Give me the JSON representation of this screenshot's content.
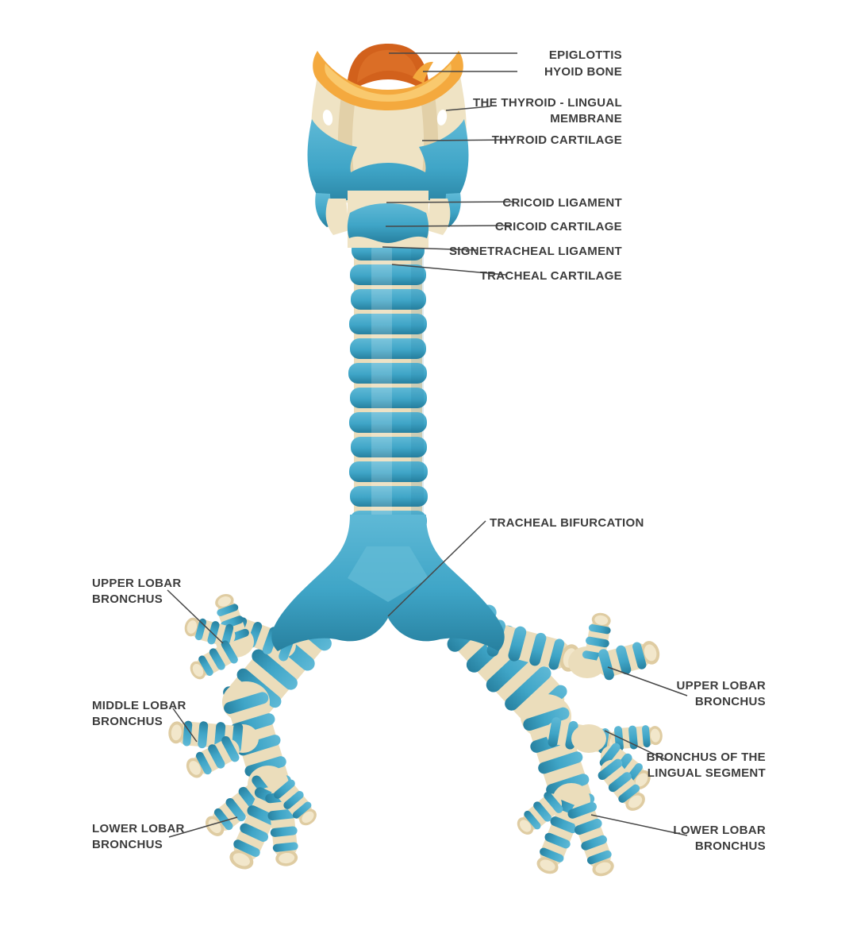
{
  "figure": {
    "type": "anatomical-diagram",
    "subject": "Trachea, larynx and bronchial tree"
  },
  "colors": {
    "cartilage_blue": "#3FA5C7",
    "cartilage_blue_dark": "#27809F",
    "cartilage_blue_light": "#63BBD6",
    "ligament_cream": "#EBDDBB",
    "ligament_cream_dark": "#DFCCA2",
    "epiglottis_orange": "#D2611C",
    "hyoid_yellow": "#F4A93E",
    "label_text": "#3C3C3C",
    "leader_line": "#474747",
    "background": "#FFFFFF"
  },
  "labels": {
    "epiglottis": "EPIGLOTTIS",
    "hyoid_bone": "HYOID BONE",
    "thyroid_lingual_membrane": "THE THYROID - LINGUAL\nMEMBRANE",
    "thyroid_cartilage": "THYROID CARTILAGE",
    "cricoid_ligament": "CRICOID LIGAMENT",
    "cricoid_cartilage": "CRICOID CARTILAGE",
    "signetracheal_ligament": "SIGNETRACHEAL LIGAMENT",
    "tracheal_cartilage": "TRACHEAL CARTILAGE",
    "tracheal_bifurcation": "TRACHEAL BIFURCATION",
    "left_upper_lobar_bronchus": "UPPER LOBAR\nBRONCHUS",
    "left_middle_lobar_bronchus": "MIDDLE LOBAR\nBRONCHUS",
    "left_lower_lobar_bronchus": "LOWER LOBAR\nBRONCHUS",
    "right_upper_lobar_bronchus": "UPPER LOBAR\nBRONCHUS",
    "right_lingual_segment_bronchus": "BRONCHUS OF THE\nLINGUAL SEGMENT",
    "right_lower_lobar_bronchus": "LOWER LOBAR\nBRONCHUS"
  }
}
